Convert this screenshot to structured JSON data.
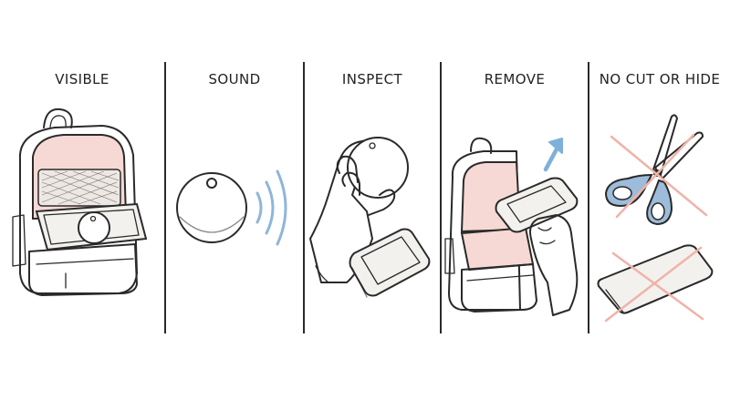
{
  "panels": [
    {
      "label": "VISIBLE"
    },
    {
      "label": "SOUND"
    },
    {
      "label": "INSPECT"
    },
    {
      "label": "REMOVE"
    },
    {
      "label": "NO CUT OR HIDE"
    }
  ],
  "colors": {
    "ink": "#2a2a2a",
    "interior_pink": "#f6d9d4",
    "sound_blue": "#8fb6d8",
    "arrow_blue": "#7fb0db",
    "scissor_handle_blue": "#9dbbdb",
    "cross_pink": "#f0b3a8",
    "tray_fill": "#f3f1ee"
  },
  "icons": [
    "backpack-with-tracker-icon",
    "tracker-tag-icon",
    "sound-waves-icon",
    "hand-holding-tracker-icon",
    "plastic-tray-icon",
    "backpack-open-icon",
    "hand-removing-tray-icon",
    "up-arrow-icon",
    "crossed-scissors-icon",
    "crossed-card-icon"
  ]
}
